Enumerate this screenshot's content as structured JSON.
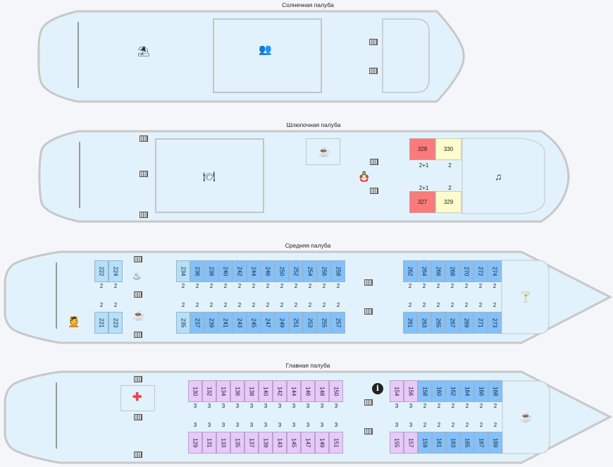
{
  "decks": [
    {
      "id": "sun",
      "title": "Солнечная палуба",
      "icons": [
        "beach-umbrella-icon",
        "conference-hall-icon",
        "stairs-icon",
        "stairs-icon"
      ],
      "cabins_top": [],
      "cabins_bottom": []
    },
    {
      "id": "boat",
      "title": "Шлюпочная палуба",
      "icons": [
        "stairs-icon",
        "restaurant-icon",
        "tea-room-icon",
        "matryoshka-icon",
        "music-salon-icon"
      ],
      "cabins_top": [
        {
          "number": "328",
          "capacity": "2+1",
          "category": "red"
        },
        {
          "number": "330",
          "capacity": "2",
          "category": "yellow"
        }
      ],
      "cabins_bottom": [
        {
          "number": "327",
          "capacity": "2+1",
          "category": "red"
        },
        {
          "number": "329",
          "capacity": "2",
          "category": "yellow"
        }
      ]
    },
    {
      "id": "middle",
      "title": "Средняя палуба",
      "icons": [
        "stairs-icon",
        "ironing-icon",
        "tea-room-icon",
        "massage-icon",
        "bar-cocktail-icon"
      ],
      "group_a_top": [
        {
          "number": "222",
          "capacity": "2",
          "category": "light"
        },
        {
          "number": "224",
          "capacity": "2",
          "category": "light"
        }
      ],
      "group_a_bottom": [
        {
          "number": "221",
          "capacity": "2",
          "category": "light"
        },
        {
          "number": "223",
          "capacity": "2",
          "category": "light"
        }
      ],
      "group_b_top": [
        {
          "number": "234",
          "capacity": "2",
          "category": "light"
        },
        {
          "number": "236",
          "capacity": "2",
          "category": "blue"
        },
        {
          "number": "238",
          "capacity": "2",
          "category": "blue"
        },
        {
          "number": "240",
          "capacity": "2",
          "category": "blue"
        },
        {
          "number": "242",
          "capacity": "2",
          "category": "blue"
        },
        {
          "number": "244",
          "capacity": "2",
          "category": "blue"
        },
        {
          "number": "246",
          "capacity": "2",
          "category": "blue"
        },
        {
          "number": "250",
          "capacity": "2",
          "category": "blue"
        },
        {
          "number": "252",
          "capacity": "2",
          "category": "blue"
        },
        {
          "number": "254",
          "capacity": "2",
          "category": "blue"
        },
        {
          "number": "256",
          "capacity": "2",
          "category": "blue"
        },
        {
          "number": "258",
          "capacity": "2",
          "category": "blue"
        }
      ],
      "group_b_bottom": [
        {
          "number": "235",
          "capacity": "2",
          "category": "light"
        },
        {
          "number": "237",
          "capacity": "2",
          "category": "blue"
        },
        {
          "number": "239",
          "capacity": "2",
          "category": "blue"
        },
        {
          "number": "241",
          "capacity": "2",
          "category": "blue"
        },
        {
          "number": "243",
          "capacity": "2",
          "category": "blue"
        },
        {
          "number": "245",
          "capacity": "2",
          "category": "blue"
        },
        {
          "number": "247",
          "capacity": "2",
          "category": "blue"
        },
        {
          "number": "249",
          "capacity": "2",
          "category": "blue"
        },
        {
          "number": "251",
          "capacity": "2",
          "category": "blue"
        },
        {
          "number": "253",
          "capacity": "2",
          "category": "blue"
        },
        {
          "number": "255",
          "capacity": "2",
          "category": "blue"
        },
        {
          "number": "257",
          "capacity": "2",
          "category": "blue"
        }
      ],
      "group_c_top": [
        {
          "number": "262",
          "capacity": "2",
          "category": "blue"
        },
        {
          "number": "264",
          "capacity": "2",
          "category": "blue"
        },
        {
          "number": "266",
          "capacity": "2",
          "category": "blue"
        },
        {
          "number": "268",
          "capacity": "2",
          "category": "blue"
        },
        {
          "number": "270",
          "capacity": "2",
          "category": "blue"
        },
        {
          "number": "272",
          "capacity": "2",
          "category": "blue"
        },
        {
          "number": "274",
          "capacity": "2",
          "category": "blue"
        }
      ],
      "group_c_bottom": [
        {
          "number": "261",
          "capacity": "2",
          "category": "blue"
        },
        {
          "number": "263",
          "capacity": "2",
          "category": "blue"
        },
        {
          "number": "265",
          "capacity": "2",
          "category": "blue"
        },
        {
          "number": "267",
          "capacity": "2",
          "category": "blue"
        },
        {
          "number": "269",
          "capacity": "2",
          "category": "blue"
        },
        {
          "number": "271",
          "capacity": "2",
          "category": "blue"
        },
        {
          "number": "273",
          "capacity": "2",
          "category": "blue"
        }
      ]
    },
    {
      "id": "main",
      "title": "Главная палуба",
      "icons": [
        "stairs-icon",
        "medical-cross-icon",
        "info-icon",
        "cafe-icon"
      ],
      "group_b_top": [
        {
          "number": "130",
          "capacity": "3",
          "category": "purple"
        },
        {
          "number": "132",
          "capacity": "3",
          "category": "purple"
        },
        {
          "number": "134",
          "capacity": "3",
          "category": "purple"
        },
        {
          "number": "136",
          "capacity": "3",
          "category": "purple"
        },
        {
          "number": "138",
          "capacity": "3",
          "category": "purple"
        },
        {
          "number": "140",
          "capacity": "3",
          "category": "purple"
        },
        {
          "number": "142",
          "capacity": "3",
          "category": "purple"
        },
        {
          "number": "144",
          "capacity": "3",
          "category": "purple"
        },
        {
          "number": "146",
          "capacity": "3",
          "category": "purple"
        },
        {
          "number": "148",
          "capacity": "3",
          "category": "purple"
        },
        {
          "number": "150",
          "capacity": "3",
          "category": "purple"
        }
      ],
      "group_b_bottom": [
        {
          "number": "129",
          "capacity": "3",
          "category": "purple"
        },
        {
          "number": "131",
          "capacity": "3",
          "category": "purple"
        },
        {
          "number": "133",
          "capacity": "3",
          "category": "purple"
        },
        {
          "number": "135",
          "capacity": "3",
          "category": "purple"
        },
        {
          "number": "137",
          "capacity": "3",
          "category": "purple"
        },
        {
          "number": "139",
          "capacity": "3",
          "category": "purple"
        },
        {
          "number": "143",
          "capacity": "3",
          "category": "purple"
        },
        {
          "number": "145",
          "capacity": "3",
          "category": "purple"
        },
        {
          "number": "147",
          "capacity": "3",
          "category": "purple"
        },
        {
          "number": "149",
          "capacity": "3",
          "category": "purple"
        },
        {
          "number": "151",
          "capacity": "3",
          "category": "purple"
        }
      ],
      "group_c_top": [
        {
          "number": "154",
          "capacity": "3",
          "category": "purple"
        },
        {
          "number": "156",
          "capacity": "3",
          "category": "purple"
        },
        {
          "number": "158",
          "capacity": "2",
          "category": "blue"
        },
        {
          "number": "160",
          "capacity": "2",
          "category": "blue"
        },
        {
          "number": "162",
          "capacity": "2",
          "category": "blue"
        },
        {
          "number": "164",
          "capacity": "2",
          "category": "blue"
        },
        {
          "number": "166",
          "capacity": "2",
          "category": "blue"
        },
        {
          "number": "168",
          "capacity": "2",
          "category": "blue"
        }
      ],
      "group_c_bottom": [
        {
          "number": "155",
          "capacity": "3",
          "category": "purple"
        },
        {
          "number": "157",
          "capacity": "3",
          "category": "purple"
        },
        {
          "number": "159",
          "capacity": "2",
          "category": "blue"
        },
        {
          "number": "161",
          "capacity": "2",
          "category": "blue"
        },
        {
          "number": "163",
          "capacity": "2",
          "category": "blue"
        },
        {
          "number": "165",
          "capacity": "2",
          "category": "blue"
        },
        {
          "number": "167",
          "capacity": "2",
          "category": "blue"
        },
        {
          "number": "169",
          "capacity": "2",
          "category": "blue"
        }
      ]
    }
  ],
  "colors": {
    "hull_fill": "#e1f2fc",
    "hull_stroke": "#c8c8c8",
    "light": "#b3e0fb",
    "blue": "#82c1fb",
    "purple": "#e7c9fb",
    "red": "#fb7a7a",
    "yellow": "#fefbcc"
  }
}
